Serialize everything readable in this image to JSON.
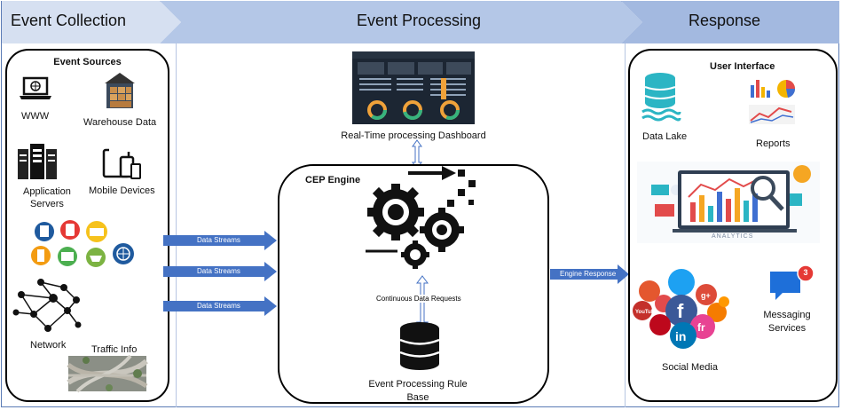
{
  "stages": [
    {
      "label": "Event Collection"
    },
    {
      "label": "Event Processing"
    },
    {
      "label": "Response"
    }
  ],
  "event_sources": {
    "title": "Event Sources",
    "www": "WWW",
    "warehouse": "Warehouse Data",
    "app_servers": "Application\nServers",
    "mobile": "Mobile Devices",
    "network": "Network",
    "traffic": "Traffic Info"
  },
  "processing": {
    "dashboard": "Real-Time processing Dashboard",
    "cep_engine": "CEP Engine",
    "continuous": "Continuous Data Requests",
    "rule_base": "Event Processing Rule\nBase"
  },
  "streams": [
    "Data Streams",
    "Data Streams",
    "Data Streams"
  ],
  "engine_response": "Engine Response",
  "response": {
    "title": "User Interface",
    "data_lake": "Data Lake",
    "reports": "Reports",
    "analytics": "ANALYTICS",
    "social": "Social Media",
    "messaging": "Messaging\nServices",
    "badge": "3"
  },
  "colors": {
    "header_fill": "#dbe4f3",
    "header_dark": "#a9bfe3",
    "arrow": "#4472c4",
    "teal": "#2bb5c4"
  }
}
